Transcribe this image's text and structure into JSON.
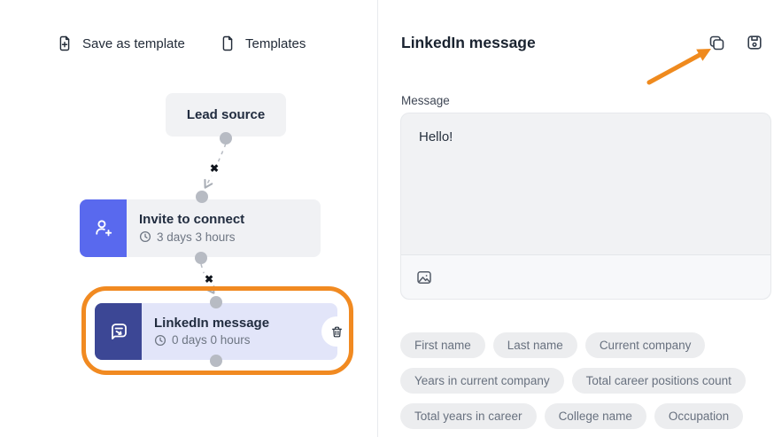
{
  "toolbar": {
    "save_as_template": "Save as template",
    "templates": "Templates"
  },
  "flow": {
    "lead_source": {
      "title": "Lead source"
    },
    "invite": {
      "title": "Invite to connect",
      "delay": "3 days 3 hours"
    },
    "message": {
      "title": "LinkedIn message",
      "delay": "0 days 0 hours"
    },
    "remove_connector_glyph": "✖"
  },
  "panel": {
    "title": "LinkedIn message",
    "message": {
      "label": "Message",
      "value": "Hello!"
    },
    "variables": [
      "First name",
      "Last name",
      "Current company",
      "Years in current company",
      "Total career positions count",
      "Total years in career",
      "College name",
      "Occupation"
    ]
  },
  "icons": [
    "file-plus-icon",
    "file-icon",
    "person-add-icon",
    "chat-send-icon",
    "clock-icon",
    "trash-icon",
    "copy-icon",
    "save-icon",
    "image-icon"
  ],
  "colors": {
    "accent_orange": "#F18A21",
    "node_blue": "#5969EE",
    "node_navy": "#3C4795",
    "node_lavender": "#E2E5F9",
    "node_gray": "#F1F2F4",
    "connector_gray": "#B7BBC3"
  }
}
